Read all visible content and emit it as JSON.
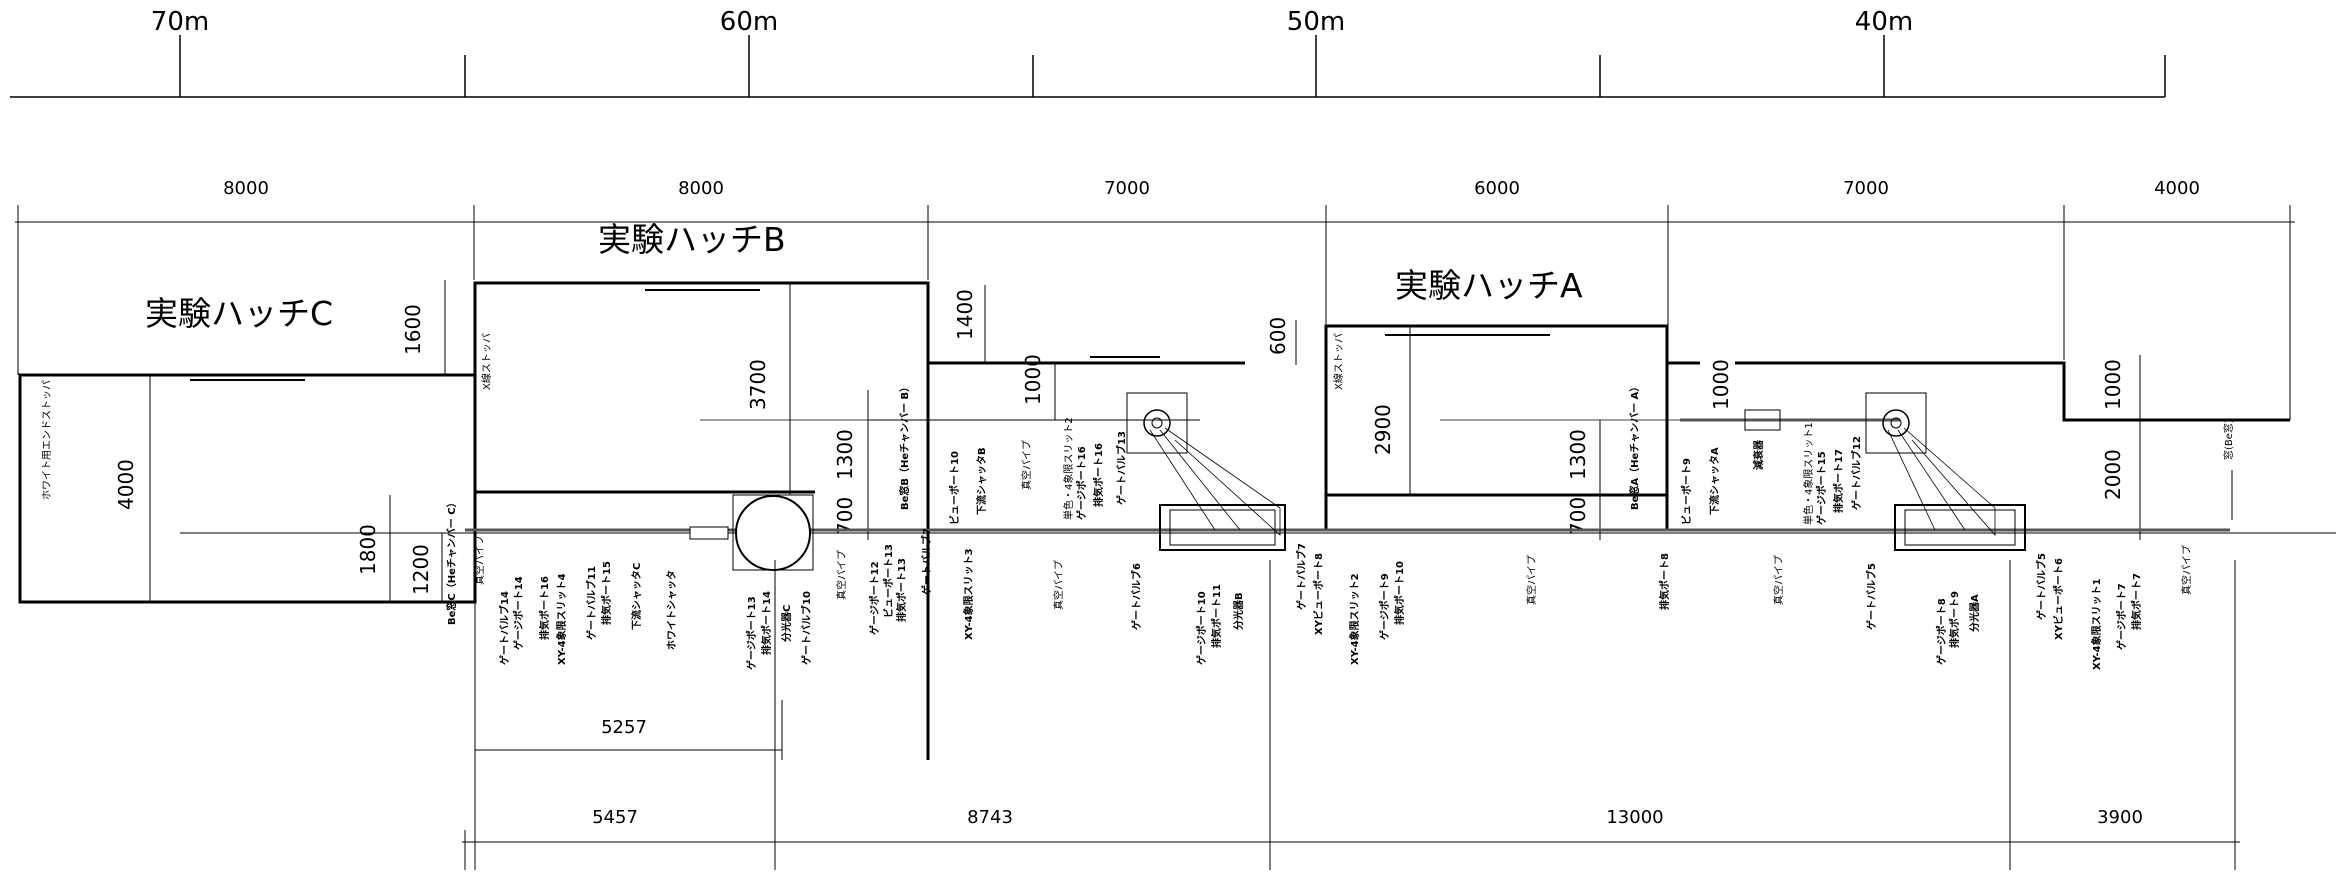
{
  "distance_scale": {
    "marks": [
      "70m",
      "60m",
      "50m",
      "40m"
    ]
  },
  "top_dimensions": [
    "8000",
    "8000",
    "7000",
    "6000",
    "7000",
    "4000"
  ],
  "bottom_dimensions": [
    "5457",
    "8743",
    "13000",
    "3900"
  ],
  "inner_dimension": "5257",
  "hutches": {
    "c": "実験ハッチC",
    "b": "実験ハッチB",
    "a": "実験ハッチA"
  },
  "vertical_dimensions": {
    "c_1600": "1600",
    "c_4000": "4000",
    "c_1800": "1800",
    "c_1200": "1200",
    "b_3700": "3700",
    "b_1400": "1400",
    "b_1000": "1000",
    "b_700": "700",
    "b_1300": "1300",
    "a_600": "600",
    "a_2900": "2900",
    "a_700": "700",
    "a_1300": "1300",
    "a_1000": "1000",
    "end_1000": "1000",
    "end_2000": "2000"
  },
  "rotated_labels": {
    "white_end_stopper": "ホワイト用エンドストッパ",
    "x_stopper_b": "X線ストッパ",
    "x_stopper_a": "X線ストッパ",
    "be_window": "窓(Be窓)",
    "be_window_c": "Be窓C（Heチャンバー C）",
    "be_window_b": "Be窓B（Heチャンバー B）",
    "be_window_a": "Be窓A（Heチャンバー A）",
    "mono_slit_2": "単色・4象限スリット2",
    "mono_slit_1": "単色・4象限スリット1"
  },
  "component_labels": {
    "group_c": [
      "真空パイプ",
      "ゲートバルブ14",
      "ゲージポート14",
      "排気ポート16",
      "XY-4象限スリット4",
      "ゲートバルブ11",
      "排気ポート15",
      "下流シャッタC",
      "ホワイトシャッタ",
      "ゲージポート13",
      "排気ポート14",
      "分光器C",
      "ゲートバルブ10"
    ],
    "group_b_left": [
      "真空パイプ",
      "ゲージポート12",
      "ビューポート13",
      "排気ポート13",
      "ゲートバルブ7",
      "XY-4象限スリット3"
    ],
    "group_b_upper": [
      "ビューポート10",
      "下流シャッタB",
      "真空パイプ",
      "ゲージポート16",
      "排気ポート16",
      "ゲートバルブ13"
    ],
    "group_b_lower": [
      "真空パイプ",
      "ゲートバルブ6",
      "ゲージポート10",
      "排気ポート11",
      "分光器B"
    ],
    "group_a_left": [
      "ゲートバルブ7",
      "XYビューポート8",
      "XY-4象限スリット2",
      "ゲージポート9",
      "排気ポート10",
      "真空パイプ",
      "排気ポート8"
    ],
    "group_a_upper": [
      "ビューポート9",
      "下流シャッタA",
      "減衰器",
      "ゲージポート15",
      "排気ポート17",
      "ゲートバルブ12"
    ],
    "group_a_lower": [
      "真空パイプ",
      "ゲートバルブ5",
      "ゲージポート8",
      "排気ポート9",
      "分光器A"
    ],
    "group_end": [
      "ゲートバルブ5",
      "XYビューポート6",
      "XY-4象限スリット1",
      "ゲージポート7",
      "排気ポート7",
      "真空パイプ"
    ]
  }
}
